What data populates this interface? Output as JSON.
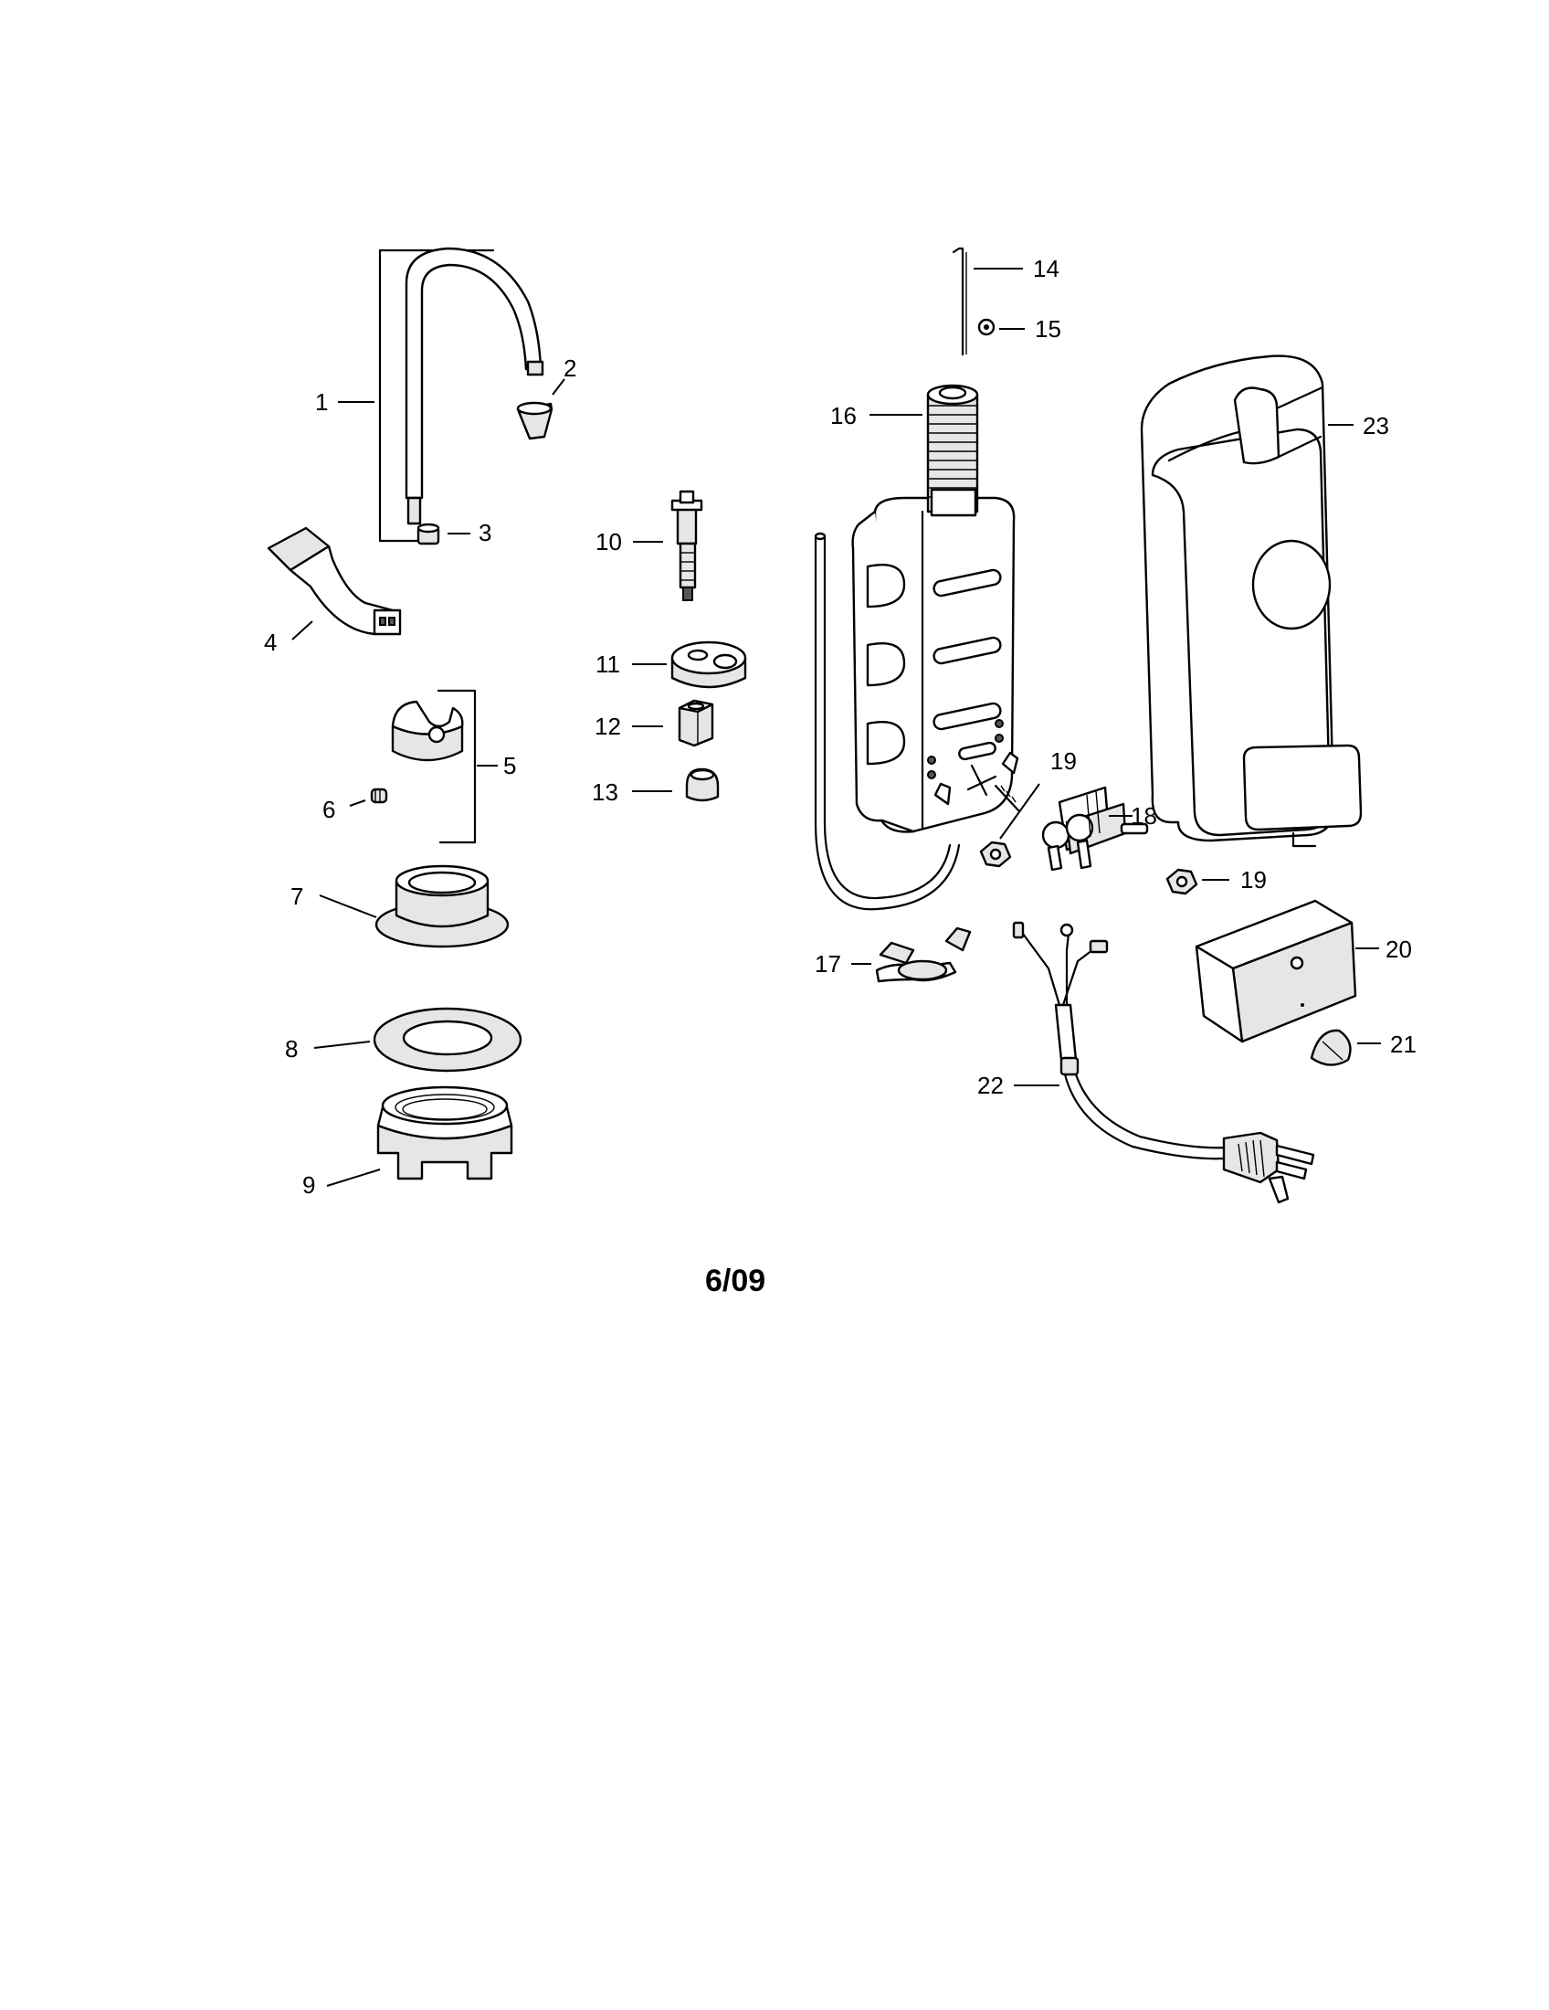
{
  "parts": [
    {
      "id": "part-1",
      "label": "1"
    },
    {
      "id": "part-2",
      "label": "2"
    },
    {
      "id": "part-3",
      "label": "3"
    },
    {
      "id": "part-4",
      "label": "4"
    },
    {
      "id": "part-5",
      "label": "5"
    },
    {
      "id": "part-6",
      "label": "6"
    },
    {
      "id": "part-7",
      "label": "7"
    },
    {
      "id": "part-8",
      "label": "8"
    },
    {
      "id": "part-9",
      "label": "9"
    },
    {
      "id": "part-10",
      "label": "10"
    },
    {
      "id": "part-11",
      "label": "11"
    },
    {
      "id": "part-12",
      "label": "12"
    },
    {
      "id": "part-13",
      "label": "13"
    },
    {
      "id": "part-14",
      "label": "14"
    },
    {
      "id": "part-15",
      "label": "15"
    },
    {
      "id": "part-16",
      "label": "16"
    },
    {
      "id": "part-17",
      "label": "17"
    },
    {
      "id": "part-18",
      "label": "18"
    },
    {
      "id": "part-19a",
      "label": "19"
    },
    {
      "id": "part-19b",
      "label": "19"
    },
    {
      "id": "part-20",
      "label": "20"
    },
    {
      "id": "part-21",
      "label": "21"
    },
    {
      "id": "part-22",
      "label": "22"
    },
    {
      "id": "part-23",
      "label": "23"
    }
  ],
  "footer": {
    "date_code": "6/09"
  }
}
